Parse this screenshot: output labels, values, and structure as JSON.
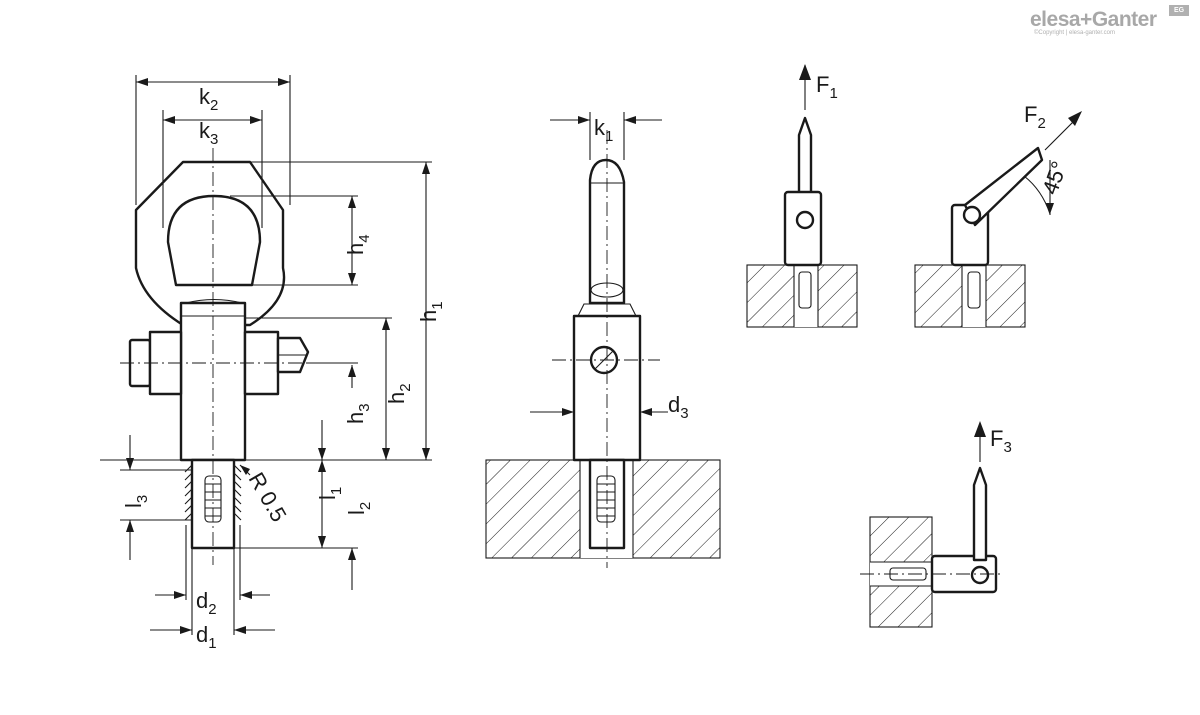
{
  "logo": {
    "brand": "elesa+Ganter",
    "copyright": "©Copyright | elesa-ganter.com",
    "badge": "EG"
  },
  "labels": {
    "k2": {
      "main": "k",
      "sub": "2"
    },
    "k3": {
      "main": "k",
      "sub": "3"
    },
    "k1": {
      "main": "k",
      "sub": "1"
    },
    "h1": {
      "main": "h",
      "sub": "1"
    },
    "h2": {
      "main": "h",
      "sub": "2"
    },
    "h3": {
      "main": "h",
      "sub": "3"
    },
    "h4": {
      "main": "h",
      "sub": "4"
    },
    "l1": {
      "main": "l",
      "sub": "1"
    },
    "l2": {
      "main": "l",
      "sub": "2"
    },
    "l3": {
      "main": "l",
      "sub": "3"
    },
    "d1": {
      "main": "d",
      "sub": "1"
    },
    "d2": {
      "main": "d",
      "sub": "2"
    },
    "d3": {
      "main": "d",
      "sub": "3"
    },
    "radius": "R 0.5",
    "F1": {
      "main": "F",
      "sub": "1"
    },
    "F2": {
      "main": "F",
      "sub": "2"
    },
    "F3": {
      "main": "F",
      "sub": "3"
    },
    "angle": "45°"
  }
}
